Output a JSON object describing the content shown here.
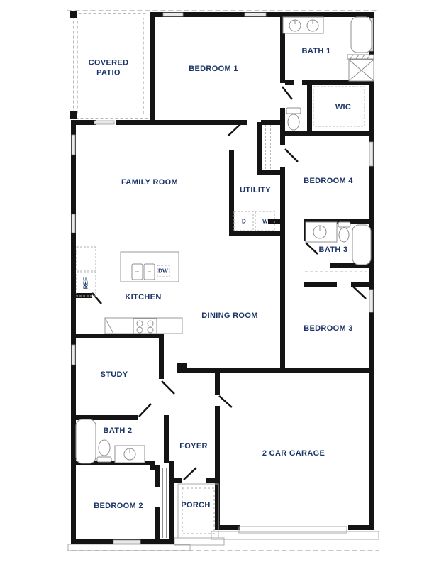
{
  "plan_title": "single-story floor plan",
  "colors": {
    "label_navy": "#1b3468",
    "wall_black": "#141414",
    "fixture_gray": "#8f8f8f",
    "dashed_gray": "#b8b8b8"
  },
  "rooms": {
    "covered_patio": "COVERED\nPATIO",
    "bedroom1": "BEDROOM 1",
    "bath1": "BATH 1",
    "wic": "WIC",
    "family_room": "FAMILY ROOM",
    "utility": "UTILITY",
    "bedroom4": "BEDROOM 4",
    "bath3": "BATH 3",
    "kitchen": "KITCHEN",
    "dining_room": "DINING ROOM",
    "bedroom3": "BEDROOM 3",
    "study": "STUDY",
    "bath2": "BATH 2",
    "foyer": "FOYER",
    "garage": "2 CAR GARAGE",
    "bedroom2": "BEDROOM 2",
    "porch": "PORCH"
  },
  "appliances": {
    "dryer": "D",
    "washer": "W",
    "dishwasher": "DW",
    "refrigerator": "REF"
  }
}
